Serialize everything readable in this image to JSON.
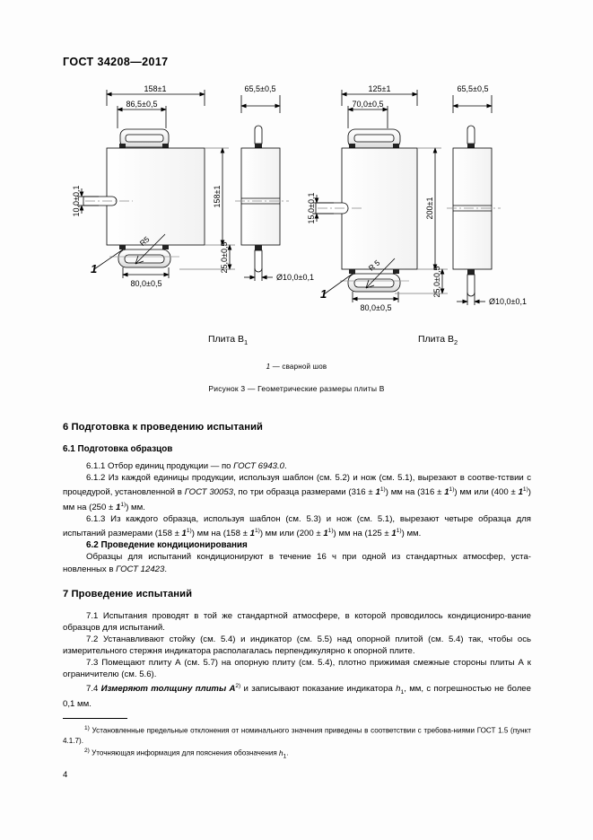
{
  "header": {
    "standard": "ГОСТ  34208—2017"
  },
  "figure": {
    "plate_b1_caption": "Плита В",
    "plate_b1_sub": "1",
    "plate_b2_caption": "Плита В",
    "plate_b2_sub": "2",
    "weld_note_num": "1",
    "weld_note_text": " —  сварной шов",
    "caption": "Рисунок 3 —  Геометрические размеры плиты В",
    "left_view": {
      "width_total": "158±1",
      "width_handle": "86,5±0,5",
      "side_width": "65,5±0,5",
      "height_total": "158±1",
      "height_stem": "25,0±0,5",
      "plate_thickness": "10,0±0,1",
      "radius": "R5",
      "handle_base": "80,0±0,5",
      "rod_diameter": "Ø10,0±0,1",
      "weld_leader": "1"
    },
    "right_view": {
      "width_total": "125±1",
      "width_handle": "70,0±0,5",
      "side_width": "65,5±0,5",
      "height_total": "200±1",
      "height_stem": "25,0±0,5",
      "plate_thickness": "15,0±0,1",
      "radius": "R 5",
      "handle_base": "80,0±0,5",
      "rod_diameter": "Ø10,0±0,1",
      "weld_leader": "1"
    }
  },
  "section6": {
    "title": "6  Подготовка к проведению испытаний",
    "sub61_title": "6.1  Подготовка образцов",
    "p611_num": "6.1.1  Отбор единиц продукции — по ",
    "p611_ref": "ГОСТ 6943.0",
    "p611_tail": ".",
    "p612_a": "6.1.2  Из каждой единицы продукции, используя шаблон (см. 5.2) и нож (см. 5.1), вырезают в соотве-тствии  с  процедурой,  установленной  в  ",
    "p612_ref": "ГОСТ 30053",
    "p612_b": ",  по  три  образца  размерами  (316 ± ",
    "p612_c": ") мм  на (316 ± ",
    "p612_d": ") мм или (400 ± ",
    "p612_e": ") мм на (250 ± ",
    "p612_f": ") мм.",
    "p613_a": "6.1.3  Из каждого образца, используя шаблон (см. 5.3) и нож (см. 5.1), вырезают четыре образца для испытаний размерами (158 ± ",
    "p613_b": ") мм на (158 ± ",
    "p613_c": ") мм или (200 ± ",
    "p613_d": ") мм на (125 ± ",
    "p613_e": ") мм.",
    "sub62_title": "6.2  Проведение кондиционирования",
    "p62_a": "Образцы для испытаний кондиционируют в течение 16 ч при одной из стандартных атмосфер, уста-новленных в ",
    "p62_ref": "ГОСТ 12423",
    "p62_b": ".",
    "footnote_marker_1": "1)"
  },
  "section7": {
    "title": "7  Проведение испытаний",
    "p71": "7.1  Испытания проводят в той же стандартной атмосфере, в которой проводилось кондициониро-вание образцов для испытаний.",
    "p72": "7.2  Устанавливают стойку (см. 5.4) и индикатор (см. 5.5) над опорной плитой (см. 5.4) так, чтобы ось измерительного стержня индикатора располагалась перпендикулярно к опорной плите.",
    "p73": "7.3  Помещают плиту А (см. 5.7) на опорную плиту (см. 5.4), плотно прижимая смежные стороны плиты А к ограничителю (см. 5.6).",
    "p74_a": "7.4  ",
    "p74_bold": "Измеряют толщину плиты А",
    "p74_sup": "2)",
    "p74_b": " и записывают показание индикатора ",
    "p74_var": "h",
    "p74_var_sub": "1",
    "p74_c": ", мм, с погрешностью не более 0,1 мм."
  },
  "footnotes": {
    "fn1_marker": "1)",
    "fn1_text": "  Установленные предельные отклонения от номинального значения приведены в соответствии с требова-ниями ГОСТ 1.5 (пункт 4.1.7).",
    "fn2_marker": "2)",
    "fn2_text": "  Уточняющая информация для пояснения обозначения ",
    "fn2_var": "h",
    "fn2_var_sub": "1",
    "fn2_tail": "."
  },
  "page_number": "4"
}
